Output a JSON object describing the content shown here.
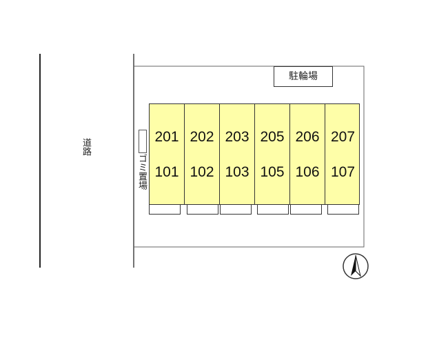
{
  "road": {
    "label": "道路"
  },
  "bicycle_parking": {
    "label": "駐輪場"
  },
  "garbage_area": {
    "label": "ゴミ置場"
  },
  "units": [
    {
      "upper": "201",
      "lower": "101"
    },
    {
      "upper": "202",
      "lower": "102"
    },
    {
      "upper": "203",
      "lower": "103"
    },
    {
      "upper": "205",
      "lower": "105"
    },
    {
      "upper": "206",
      "lower": "106"
    },
    {
      "upper": "207",
      "lower": "107"
    }
  ],
  "colors": {
    "building_fill": "#fefea8",
    "line": "#333333"
  },
  "icons": {
    "compass": "north-arrow-icon"
  }
}
